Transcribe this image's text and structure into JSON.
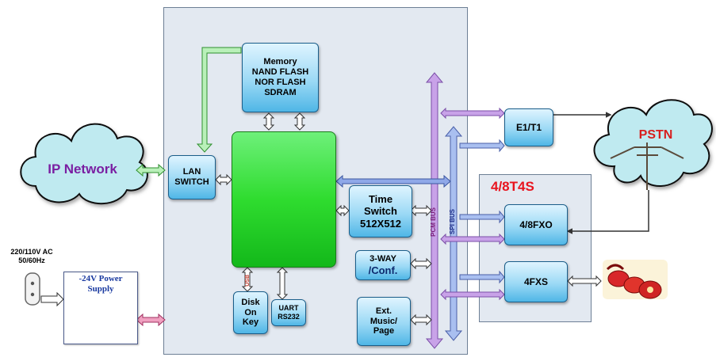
{
  "blocks": {
    "ip_network": "IP Network",
    "pstn": "PSTN",
    "lan_switch": "LAN\nSWITCH",
    "memory": "Memory\nNAND FLASH\nNOR FLASH\nSDRAM",
    "time_switch": "Time\nSwitch\n512X512",
    "three_way_top": "3-WAY",
    "three_way_bottom": "/Conf.",
    "ext_music": "Ext.\nMusic/\nPage",
    "disk_on_key": "Disk\nOn\nKey",
    "uart": "UART\nRS232",
    "usb": "USB",
    "e1t1": "E1/T1",
    "fxo": "4/8FXO",
    "fxs": "4FXS",
    "t4s_title": "4/8T4S",
    "power_input": "220/110V AC\n50/60Hz",
    "power_supply": "-24V Power\nSupply",
    "pcm_bus": "PCM BUS",
    "spi_bus": "SPI BUS"
  },
  "colors": {
    "panel": "#e3e9f1",
    "cpu_green": "#2fdc2f",
    "box_blue": "#9bd9f5",
    "pcm_bus_arrow": "#c8a2e8",
    "spi_bus_arrow": "#a9bff0",
    "t4s_title": "#e8141e",
    "ip_network_text": "#7a1fa2",
    "pstn_text": "#d81e1e",
    "cloud": "#bfeaf0",
    "pink_arrow": "#f0a0c0"
  }
}
